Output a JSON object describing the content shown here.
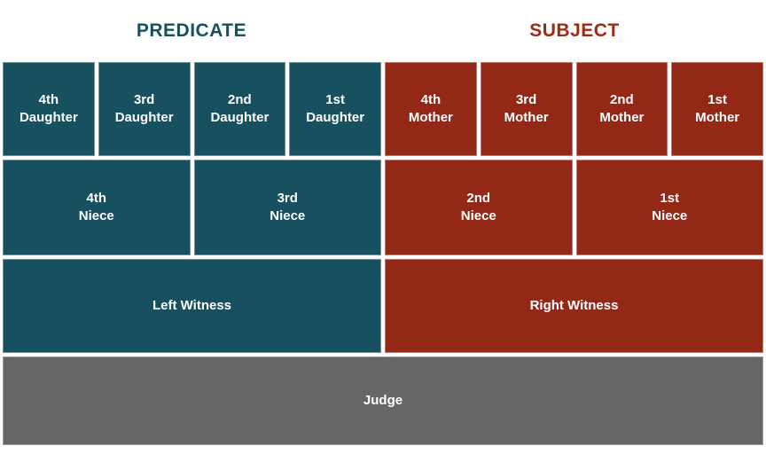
{
  "headers": {
    "predicate": "PREDICATE",
    "subject": "SUBJECT"
  },
  "row1": [
    {
      "line1": "4th",
      "line2": "Daughter",
      "side": "predicate"
    },
    {
      "line1": "3rd",
      "line2": "Daughter",
      "side": "predicate"
    },
    {
      "line1": "2nd",
      "line2": "Daughter",
      "side": "predicate"
    },
    {
      "line1": "1st",
      "line2": "Daughter",
      "side": "predicate"
    },
    {
      "line1": "4th",
      "line2": "Mother",
      "side": "subject"
    },
    {
      "line1": "3rd",
      "line2": "Mother",
      "side": "subject"
    },
    {
      "line1": "2nd",
      "line2": "Mother",
      "side": "subject"
    },
    {
      "line1": "1st",
      "line2": "Mother",
      "side": "subject"
    }
  ],
  "row2": [
    {
      "line1": "4th",
      "line2": "Niece",
      "side": "predicate"
    },
    {
      "line1": "3rd",
      "line2": "Niece",
      "side": "predicate"
    },
    {
      "line1": "2nd",
      "line2": "Niece",
      "side": "subject"
    },
    {
      "line1": "1st",
      "line2": "Niece",
      "side": "subject"
    }
  ],
  "row3": [
    {
      "label": "Left Witness",
      "side": "predicate"
    },
    {
      "label": "Right Witness",
      "side": "subject"
    }
  ],
  "row4": {
    "label": "Judge"
  },
  "colors": {
    "predicate_fill": "#17505F",
    "subject_fill": "#932817",
    "judge_fill": "#676767",
    "predicate_header_text": "#17505F",
    "subject_header_text": "#9E2B12",
    "cell_text": "#FFFFFF",
    "background": "#FFFFFF"
  }
}
